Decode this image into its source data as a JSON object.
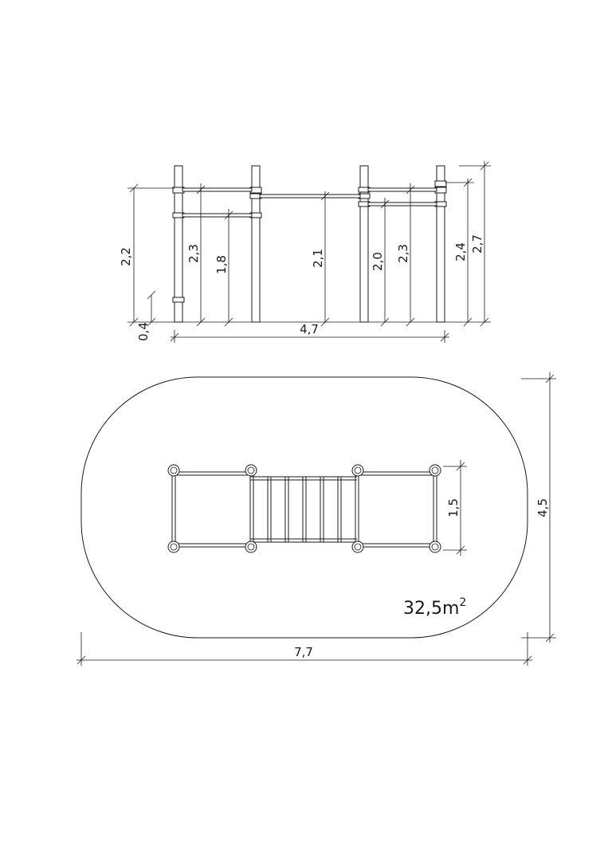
{
  "elevation": {
    "dimensions": {
      "bar_left_top": "2,3",
      "bar_left_low": "1,8",
      "ground_height": "2,2",
      "foot_depth": "0,4",
      "bar_middle": "2,1",
      "bar_right_low": "2,0",
      "bar_right_top": "2,3",
      "post_height": "2,4",
      "total_height": "2,7",
      "total_length": "4,7"
    }
  },
  "plan": {
    "dimensions": {
      "frame_width": "1,5",
      "area_depth": "4,5",
      "area_length": "7,7"
    },
    "area": {
      "value": "32,5m",
      "unit_superscript": "2"
    }
  }
}
